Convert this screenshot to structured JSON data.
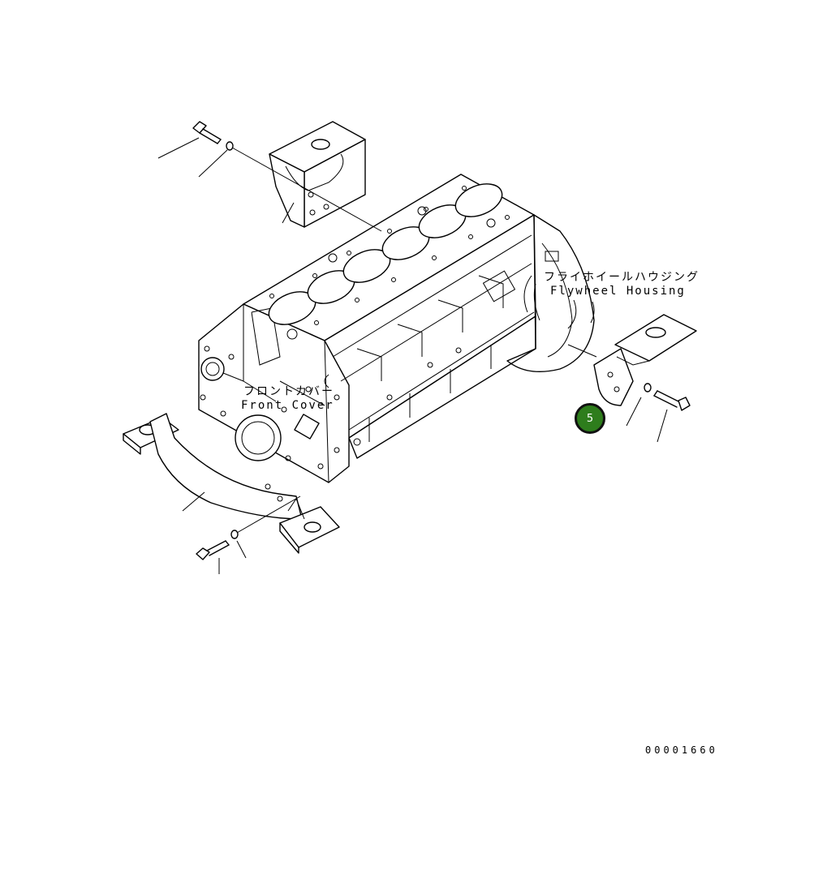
{
  "labels": {
    "flywheel_housing_jp": "フライホイールハウジング",
    "flywheel_housing_en": "Flywheel Housing",
    "front_cover_jp": "フロントカバー",
    "front_cover_en": "Front Cover"
  },
  "callout": {
    "number": "5",
    "color": "#2e7d1c"
  },
  "drawing_number": "00001660"
}
